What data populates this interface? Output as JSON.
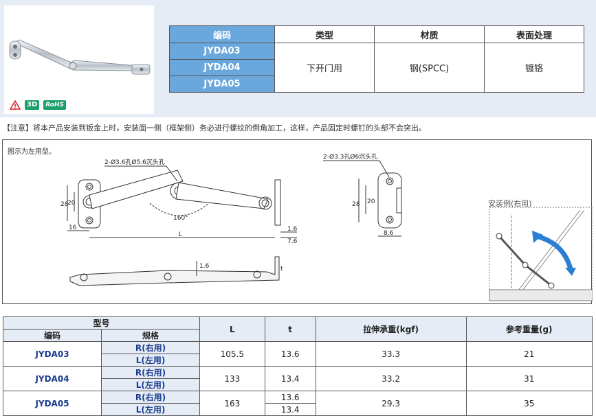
{
  "spec_table": {
    "headers": {
      "code": "编码",
      "type": "类型",
      "material": "材质",
      "surface": "表面处理"
    },
    "codes": [
      "JYDA03",
      "JYDA04",
      "JYDA05"
    ],
    "type": "下开门用",
    "material": "钢(SPCC)",
    "surface": "镀铬"
  },
  "badges": {
    "three_d": "3D",
    "rohs": "RoHS"
  },
  "note": "【注意】将本产品安装到钣金上时，安装面一侧（框架侧）务必进行螺纹的倒角加工，这样，产品固定时螺钉的头部不会突出。",
  "drawing": {
    "caption": "图示为左用型。",
    "hole_label_left": "2-Ø3.6孔Ø5.6沉头孔",
    "hole_label_right": "2-Ø3.3孔Ø6沉头孔",
    "dim_28": "28",
    "dim_20": "20",
    "dim_16": "16",
    "dim_L": "L",
    "dim_160": "160°",
    "dim_1_6": "1.6",
    "dim_7_6": "7.6",
    "dim_8_6": "8.6",
    "dim_t": "t",
    "example_label": "安装例(右用)"
  },
  "model_table": {
    "headers": {
      "model": "型号",
      "code": "编码",
      "spec": "规格",
      "L": "L",
      "t": "t",
      "tensile": "拉伸承重(kgf)",
      "weight": "参考重量(g)"
    },
    "rows": [
      {
        "code": "JYDA03",
        "spec_r": "R(右用)",
        "spec_l": "L(左用)",
        "L": "105.5",
        "t": "13.6",
        "tensile": "33.3",
        "weight": "21"
      },
      {
        "code": "JYDA04",
        "spec_r": "R(右用)",
        "spec_l": "L(左用)",
        "L": "133",
        "t": "13.4",
        "tensile": "33.2",
        "weight": "31"
      },
      {
        "code": "JYDA05",
        "spec_r": "R(右用)",
        "spec_l": "L(左用)",
        "L": "163",
        "t_r": "13.6",
        "t_l": "13.4",
        "tensile": "29.3",
        "weight": "35"
      }
    ]
  },
  "colors": {
    "accent_blue": "#6aa7dc",
    "band": "#e6ecf6",
    "code_text": "#1b3c8e",
    "arrow_blue": "#2a7fd4"
  }
}
